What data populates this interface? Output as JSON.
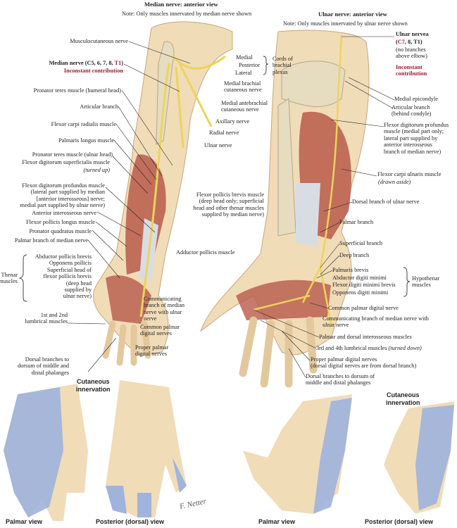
{
  "median": {
    "title": "Median nerve:  anterior view",
    "note": "Note: Only muscles innervated by median nerve shown",
    "labels": {
      "musculocutaneous": "Musculocutaneous nerve",
      "median_nerve": "Median nerve (C5, 6, 7,  8, ",
      "median_t1": "T1",
      "median_close": ")",
      "inconstant": "Inconstant contribution",
      "pronator_humeral": "Pronator teres muscle (humeral head)",
      "articular": "Articular branch",
      "fcr": "Flexor carpi radialis muscle",
      "palmaris_longus": "Palmaris longus muscle",
      "pronator_ulnar": "Pronator teres muscle (ulnar head)",
      "fds": "Flexor digitorum superficialis muscle",
      "fds_note": "(turned up)",
      "fdp": [
        "Flexor digitorum profundus muscle",
        "(lateral part supplied by median",
        "[anterior interosseous] nerve;",
        "medial part supplied by ulnar nerve)"
      ],
      "ant_interosseous": "Anterior interosseous nerve",
      "fpl": "Flexor pollicis longus muscle",
      "pronator_quadratus": "Pronator quadratus muscle",
      "palmar_branch": "Palmar branch of median nerve",
      "thenar": [
        "Thenar",
        "muscles"
      ],
      "thenar_items": [
        "Abductor pollicis brevis",
        "Opponens pollicis",
        "Superficial head of",
        "flexor pollicis brevis",
        "(deep head",
        "supplied by",
        "ulnar nerve)"
      ],
      "communicating": [
        "Communicating",
        "branch of median",
        "nerve with ulnar",
        "nerve"
      ],
      "common_palmar": [
        "Common palmar",
        "digital nerves"
      ],
      "lumbricals": [
        "1st and 2nd",
        "lumbrical muscles"
      ],
      "proper_palmar": [
        "Proper palmar",
        "digital nerves"
      ],
      "dorsal_branches": [
        "Dorsal branches to",
        "dorsum of middle and",
        "distal phalanges"
      ],
      "cords": {
        "medial": "Medial",
        "posterior": "Posterior",
        "lateral": "Lateral",
        "group": [
          "Cords of",
          "brachial",
          "plexus"
        ]
      },
      "medial_brachial": [
        "Medial brachial",
        "cutaneous nerve"
      ],
      "medial_antebrachial": [
        "Medial antebrachial",
        "cutaneous nerve"
      ],
      "axillary": "Axillary nerve",
      "radial": "Radial nerve",
      "ulnar": "Ulnar nerve"
    },
    "cutaneous": [
      "Cutaneous",
      "innervation"
    ],
    "palmar_view": "Palmar view",
    "dorsal_view": "Posterior (dorsal) view"
  },
  "ulnar": {
    "title": "Ulnar nerve:  anterior view",
    "note": "Note: Only muscles innervated  by ulnar nerve shown",
    "labels": {
      "ulnar_nerve": "Ulnar nervea",
      "roots_open": "(",
      "roots_c7": "C7",
      "roots_rest": ", 8, T1)",
      "no_branches": [
        "(no branches",
        "above elbow)"
      ],
      "inconstant": [
        "Inconstant",
        "contribution"
      ],
      "medial_epicondyle": "Medial epicondyle",
      "articular": [
        "Articular branch",
        "(behind condyle)"
      ],
      "fdp": [
        "Flexor digitorum profundus",
        "muscle (medial part only;",
        "lateral part supplied by",
        "anterior interosseous",
        "branch of median nerve)"
      ],
      "fcu": "Flexor carpi ulnaris muscle",
      "fcu_note": "(drawn aside)",
      "fpb": [
        "Flexor pollicis brevis muscle",
        "(deep head only; superficial",
        "head and other thenar muscles",
        "supplied by median nerve)"
      ],
      "dorsal_branch": "Dorsal branch of ulnar nerve",
      "palmar_branch": "Palmar branch",
      "adductor_pollicis": "Adductor pollicis muscle",
      "superficial_branch": "Superficial branch",
      "deep_branch": "Deep branch",
      "hypothenar_items": [
        "Palmaris brevis",
        "Abductor digiti minimi",
        "Flexor digiti minimi brevis",
        "Opponens digiti minimi"
      ],
      "hypothenar": [
        "Hypothenar",
        "muscles"
      ],
      "common_palmar": "Common palmar digital nerve",
      "communicating": [
        "Communicating branch of median nerve with",
        "ulnar nerve"
      ],
      "interosseous": "Palmar and dorsal interosseous muscles",
      "lumbricals": "3rd and 4th lumbrical muscles ",
      "lumbricals_note": "(turned down)",
      "proper_palmar": [
        "Proper palmar digital nerves",
        "(dorsal digital nerves are from dorsal branch)"
      ],
      "dorsal_branches": [
        "Dorsal branches to dorsum of",
        "middle and distal phalanges"
      ]
    },
    "cutaneous": [
      "Cutaneous",
      "innervation"
    ],
    "palmar_view": "Palmar view",
    "dorsal_view": "Posterior (dorsal) view"
  },
  "signature": "F. Netter",
  "colors": {
    "skin": "#f1dcb8",
    "bone": "#e6dcc0",
    "muscle": "#b85a4a",
    "nerve": "#ecd45a",
    "cutaneous": "#9fb3dd",
    "accent": "#9b1b30"
  }
}
